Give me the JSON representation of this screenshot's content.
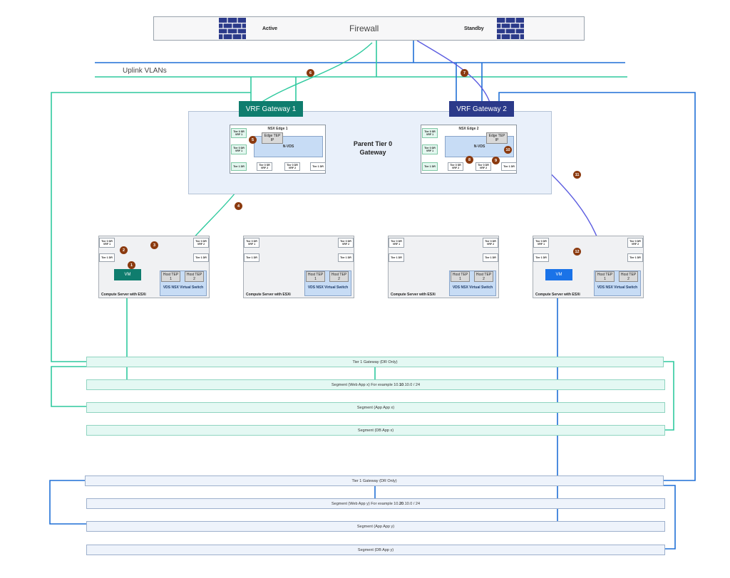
{
  "firewall": {
    "title": "Firewall",
    "active_label": "Active",
    "standby_label": "Standby"
  },
  "uplink_label": "Uplink VLANs",
  "vrf_gateways": [
    "VRF Gateway 1",
    "VRF Gateway 2"
  ],
  "parent_gateway": {
    "title": "Parent Tier 0 Gateway"
  },
  "edges": [
    {
      "title": "NSX Edge 1",
      "tep": "Edge TEP IP",
      "nvds": "N-VDS",
      "left_boxes": [
        "Tier 0 SR VRF 1",
        "Tier 0 DR VRF 1",
        "Tier 1 DR"
      ],
      "bottom_boxes": [
        "Tier 0 SR VRF 2",
        "Tier 0 DR VRF 2",
        "Tier 1 DR"
      ]
    },
    {
      "title": "NSX Edge 2",
      "tep": "Edge TEP IP",
      "nvds": "N-VDS",
      "left_boxes": [
        "Tier 0 SR VRF 1",
        "Tier 0 DR VRF 1",
        "Tier 1 DR"
      ],
      "bottom_boxes": [
        "Tier 0 SR VRF 2",
        "Tier 0 DR VRF 2",
        "Tier 1 DR"
      ]
    }
  ],
  "servers": [
    {
      "label": "Compute Server with ESXi",
      "tl": [
        "Tier 0 DR VRF 1",
        "Tier 1 DR"
      ],
      "tr": [
        "Tier 0 DR VRF 2",
        "Tier 1 DR"
      ],
      "vm": "VM",
      "tep1": "Host TEP 1",
      "tep2": "Host TEP 2",
      "vds": "VDS NSX Virtual Switch"
    },
    {
      "label": "Compute Server with ESXi",
      "tl": [
        "Tier 0 DR VRF 1",
        "Tier 1 DR"
      ],
      "tr": [
        "Tier 0 DR VRF 2",
        "Tier 1 DR"
      ],
      "vm": "",
      "tep1": "Host TEP 1",
      "tep2": "Host TEP 2",
      "vds": "VDS NSX Virtual Switch"
    },
    {
      "label": "Compute Server with ESXi",
      "tl": [
        "Tier 0 DR VRF 1",
        "Tier 1 DR"
      ],
      "tr": [
        "Tier 0 DR VRF 2",
        "Tier 1 DR"
      ],
      "vm": "",
      "tep1": "Host TEP 1",
      "tep2": "Host TEP 2",
      "vds": "VDS NSX Virtual Switch"
    },
    {
      "label": "Compute Server with ESXi",
      "tl": [
        "Tier 0 DR VRF 1",
        "Tier 1 DR"
      ],
      "tr": [
        "Tier 0 DR VRF 2",
        "Tier 1 DR"
      ],
      "vm": "VM",
      "tep1": "Host TEP 1",
      "tep2": "Host TEP 2",
      "vds": "VDS NSX Virtual Switch"
    }
  ],
  "vrf1_bars": [
    "Tier 1 Gateway (DR Only)",
    "Segment (Web App x) For example 10.",
    "Segment (App App x)",
    "Segment (DB App x)"
  ],
  "vrf1_web": {
    "pre": "Segment (Web App x) For example 10.",
    "bold": "10",
    "post": ".10.0 / 24"
  },
  "vrf2_bars": [
    "Tier 1 Gateway (DR Only)",
    "",
    "Segment (App App y)",
    "Segment (DB App y)"
  ],
  "vrf2_web": {
    "pre": "Segment (Web App y) For example 10.",
    "bold": "20",
    "post": ".10.0 / 24"
  },
  "badges": [
    "1",
    "2",
    "3",
    "4",
    "5",
    "6",
    "7",
    "8",
    "9",
    "10",
    "11",
    "12"
  ],
  "colors": {
    "green": "#2ec99e",
    "blue": "#1f6fd6",
    "purple": "#5b5ce0",
    "vm_green": "#0f7d6e",
    "vm_blue": "#1a73e8",
    "badge": "#8b3a0f"
  }
}
